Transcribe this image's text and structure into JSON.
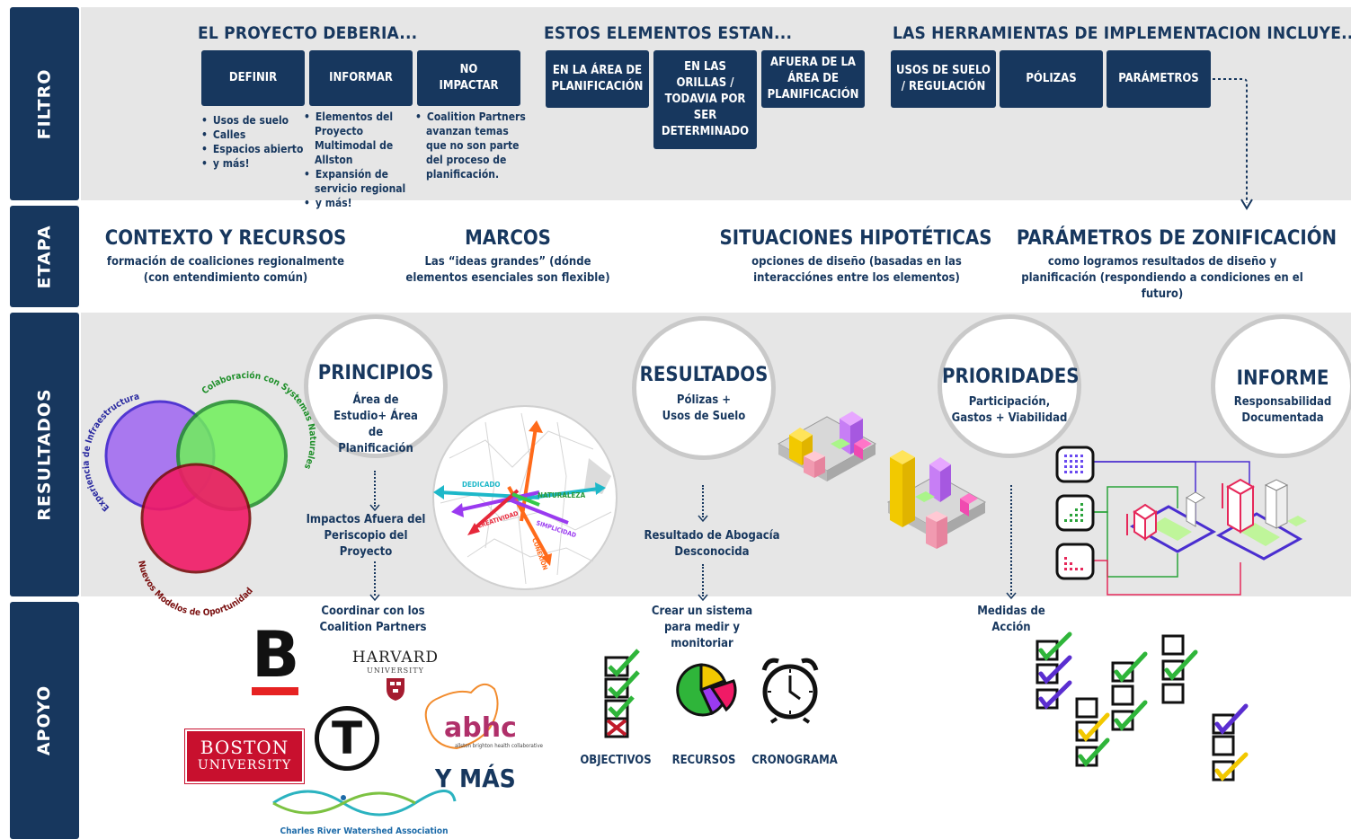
{
  "rows": {
    "filtro": "FILTRO",
    "etapa": "ETAPA",
    "resultados": "RESULTADOS",
    "apoyo": "APOYO"
  },
  "filtro": {
    "col1": {
      "heading": "EL PROYECTO DEBERIA...",
      "boxes": [
        "DEFINIR",
        "INFORMAR",
        "NO IMPACTAR"
      ],
      "definir_items": [
        "Usos de suelo",
        "Calles",
        "Espacios abierto",
        "y más!"
      ],
      "informar_items": [
        "Elementos del Proyecto Multimodal de Allston",
        "Expansión de servicio regional",
        "y más!"
      ],
      "no_impactar_items": [
        "Coalition Partners avanzan temas que no son parte del proceso de planificación."
      ]
    },
    "col2": {
      "heading": "ESTOS ELEMENTOS ESTAN...",
      "boxes": [
        "EN LA ÁREA DE PLANIFICACIÓN",
        "EN LAS ORILLAS / TODAVIA POR SER DETERMINADO",
        "AFUERA DE LA ÁREA DE PLANIFICACIÓN"
      ]
    },
    "col3": {
      "heading": "LAS HERRAMIENTAS DE IMPLEMENTACION INCLUYE...",
      "boxes": [
        "USOS DE SUELO / REGULACIÓN",
        "PÓLIZAS",
        "PARÁMETROS"
      ]
    }
  },
  "etapa": [
    {
      "title": "CONTEXTO Y RECURSOS",
      "sub": "formación de coaliciones regionalmente (con entendimiento común)"
    },
    {
      "title": "MARCOS",
      "sub": "Las “ideas grandes” (dónde elementos esenciales son flexible)"
    },
    {
      "title": "SITUACIONES HIPOTÉTICAS",
      "sub": "opciones de diseño (basadas en las interacciónes entre los elementos)"
    },
    {
      "title": "PARÁMETROS DE ZONIFICACIÓN",
      "sub": "como logramos resultados de diseño y planificación (respondiendo a condiciones en el futuro)"
    }
  ],
  "resultados": {
    "venn": {
      "labels": [
        "Experiencia de Infraestructura",
        "Colaboración con Systemas Naturales",
        "Nuevos Modelos de Oportunidad"
      ],
      "colors": [
        "#a673f0",
        "#6ff05a",
        "#f01a66"
      ]
    },
    "circles": [
      {
        "title": "PRINCIPIOS",
        "sub": "Área de Estudio+ Área de Planificación"
      },
      {
        "title": "RESULTADOS",
        "sub": "Pólizas + Usos de Suelo"
      },
      {
        "title": "PRIORIDADES",
        "sub": "Participación, Gastos + Viabilidad"
      },
      {
        "title": "INFORME",
        "sub": "Responsabilidad Documentada"
      }
    ],
    "map_labels": [
      "DEDICADO",
      "NATURALEZA",
      "CREATIVIDAD",
      "SIMPLICIDAD",
      "CONEXIÓN"
    ],
    "notes": {
      "impactos": "Impactos Afuera del Periscopio del Proyecto",
      "resultado": "Resultado de Abogacía Desconocida"
    }
  },
  "apoyo": {
    "coordinar": "Coordinar con los Coalition Partners",
    "crear": "Crear un sistema para medir y monitoriar",
    "medidas": "Medidas de Acción",
    "logos": {
      "harvard": "HARVARD",
      "harvard_sub": "UNIVERSITY",
      "bu1": "BOSTON",
      "bu2": "UNIVERSITY",
      "abhc": "abhc",
      "abhc_sub": "allston brighton health collaborative",
      "crwa": "Charles River Watershed Association",
      "ymas": "Y MÁS",
      "b": "B",
      "t": "T"
    },
    "icons": [
      "OBJECTIVOS",
      "RECURSOS",
      "CRONOGRAMA"
    ]
  }
}
